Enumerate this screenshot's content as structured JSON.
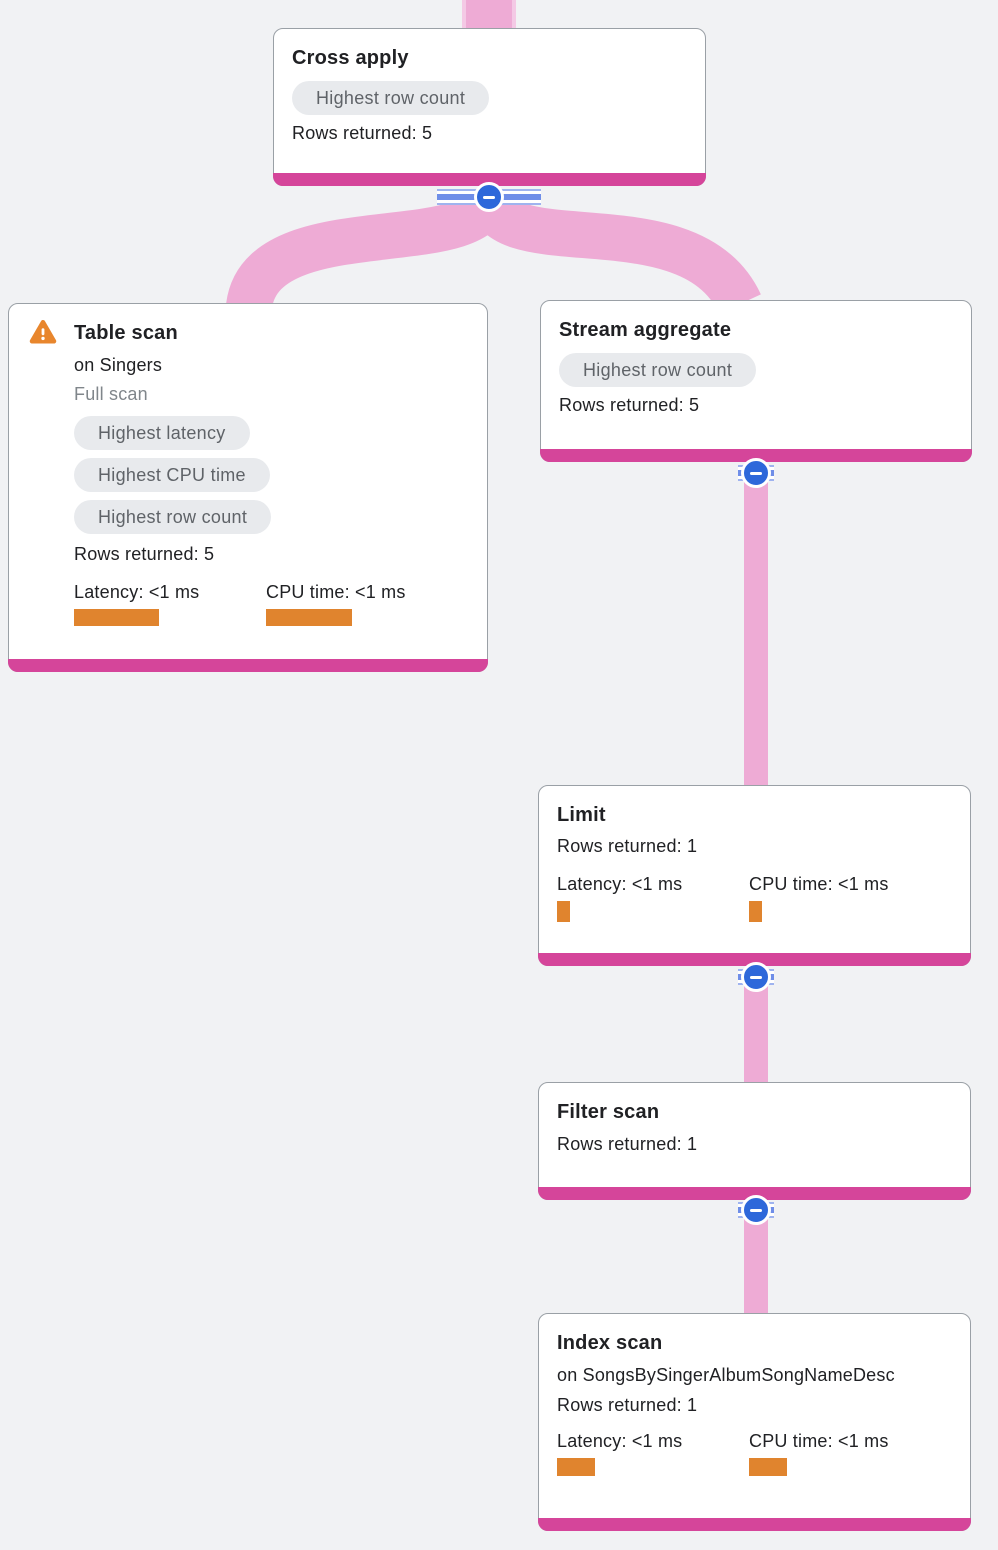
{
  "app": {
    "view": "Query execution plan graph"
  },
  "colors": {
    "background": "#f1f2f4",
    "edge_pink": "#eeabd5",
    "edge_pink_light": "#f4c9e5",
    "node_accent_pink": "#d5459a",
    "collapse_button_blue": "#2e68da",
    "metric_bar_orange": "#e0842e",
    "warning_orange": "#e8862d",
    "badge_background": "#e8eaed",
    "badge_text": "#5f6368",
    "title_text": "#202124",
    "muted_text": "#80868b"
  },
  "icons": {
    "warning": "warning-triangle-icon (orange triangle, white exclamation)",
    "collapse": "collapse-minus-icon (blue circle, white minus)"
  },
  "nodes": {
    "cross_apply": {
      "title": "Cross apply",
      "badge": "Highest row count",
      "rows": "Rows returned: 5"
    },
    "table_scan": {
      "title": "Table scan",
      "subtitle": "on Singers",
      "note": "Full scan",
      "badges": [
        "Highest latency",
        "Highest CPU time",
        "Highest row count"
      ],
      "rows": "Rows returned: 5",
      "latency_label": "Latency: <1 ms",
      "cpu_label": "CPU time: <1 ms",
      "latency_bar_style": "width:85px;height:17px",
      "cpu_bar_style": "width:86px;height:17px"
    },
    "stream_aggregate": {
      "title": "Stream aggregate",
      "badge": "Highest row count",
      "rows": "Rows returned: 5"
    },
    "limit": {
      "title": "Limit",
      "rows": "Rows returned: 1",
      "latency_label": "Latency: <1 ms",
      "cpu_label": "CPU time: <1 ms",
      "latency_bar_style": "width:13px;height:21px",
      "cpu_bar_style": "width:13px;height:21px"
    },
    "filter_scan": {
      "title": "Filter scan",
      "rows": "Rows returned: 1"
    },
    "index_scan": {
      "title": "Index scan",
      "subtitle": "on SongsBySingerAlbumSongNameDesc",
      "rows": "Rows returned: 1",
      "latency_label": "Latency: <1 ms",
      "cpu_label": "CPU time: <1 ms",
      "latency_bar_style": "width:38px;height:18px",
      "cpu_bar_style": "width:38px;height:18px"
    }
  }
}
